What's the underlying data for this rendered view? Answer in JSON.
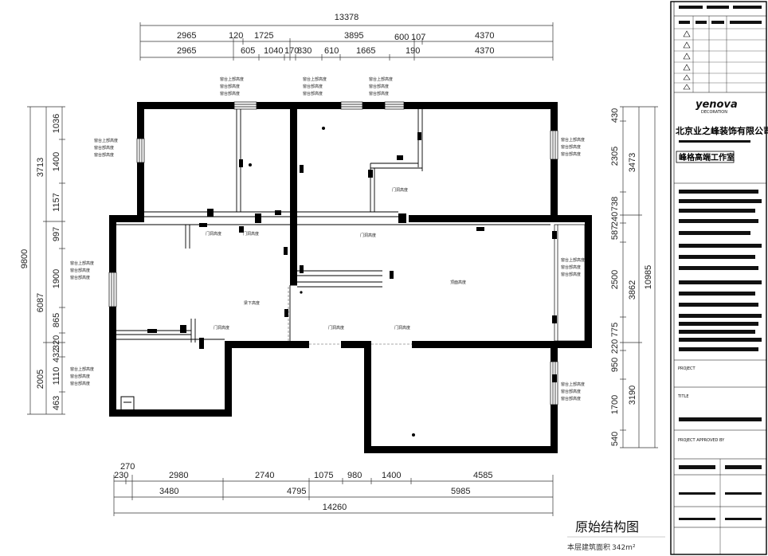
{
  "dimensions": {
    "top_total": "13378",
    "top_row1": [
      "2965",
      "120",
      "1725",
      "3895",
      "600",
      "107",
      "4370"
    ],
    "top_row2": [
      "2965",
      "605",
      "1040",
      "170",
      "830",
      "610",
      "1665",
      "190",
      "4370"
    ],
    "bottom_total": "14260",
    "bottom_row1": [
      "230",
      "270",
      "2980",
      "2740",
      "1075",
      "980",
      "1400",
      "4585"
    ],
    "bottom_row2": [
      "3480",
      "4795",
      "5985"
    ],
    "left_total": "9800",
    "left_row1": [
      "1036",
      "1400",
      "1157",
      "997",
      "1900",
      "865",
      "320",
      "432",
      "1110",
      "463"
    ],
    "left_row2": [
      "3713",
      "6087",
      "2005"
    ],
    "right_total": "10985",
    "right_row1": [
      "430",
      "2305",
      "738",
      "240",
      "587",
      "2500",
      "775",
      "220",
      "950",
      "1700",
      "540"
    ],
    "right_row2": [
      "3473",
      "3862",
      "3190"
    ]
  },
  "annotations": {
    "window_note": [
      "窗台上部高度",
      "窗台部高度",
      "窗台部高度"
    ],
    "door_note": "门洞高度",
    "beam_note": "梁下高度",
    "living_note": "顶面高度"
  },
  "title_block": {
    "logo": "yenova",
    "logo_sub": "DECORATION",
    "company": "北京业之峰装饰有限公司",
    "studio": "峰格高端工作室",
    "project_label": "PROJECT",
    "title_label": "TITLE",
    "approved_label": "PROJECT APPROVED BY"
  },
  "drawing": {
    "title": "原始结构图",
    "area_label": "本层建筑面积",
    "area_value": "342m²"
  }
}
